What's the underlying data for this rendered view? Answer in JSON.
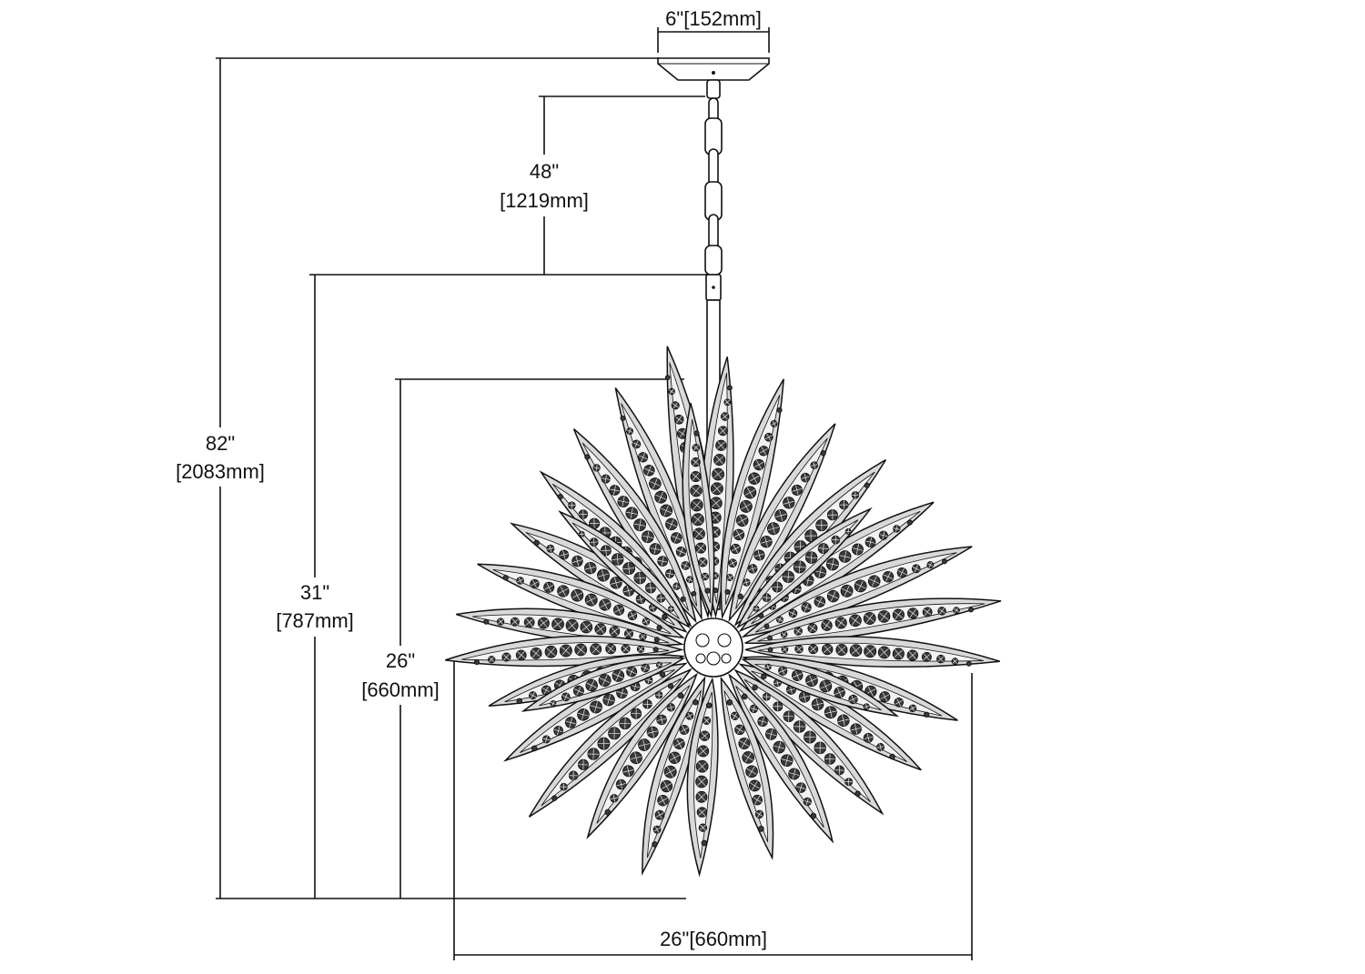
{
  "dimensions": {
    "canopy_width": "6\"[152mm]",
    "chain_length": {
      "inches": "48\"",
      "mm": "[1219mm]"
    },
    "overall_height": {
      "inches": "82\"",
      "mm": "[2083mm]"
    },
    "body_with_stem_height": {
      "inches": "31\"",
      "mm": "[787mm]"
    },
    "body_height": {
      "inches": "26\"",
      "mm": "[660mm]"
    },
    "body_width": "26\"[660mm]"
  },
  "colors": {
    "line": "#111111",
    "leaf_fill": "#d9d9d9",
    "bead_fill": "#3a3a3a",
    "background": "#ffffff"
  }
}
